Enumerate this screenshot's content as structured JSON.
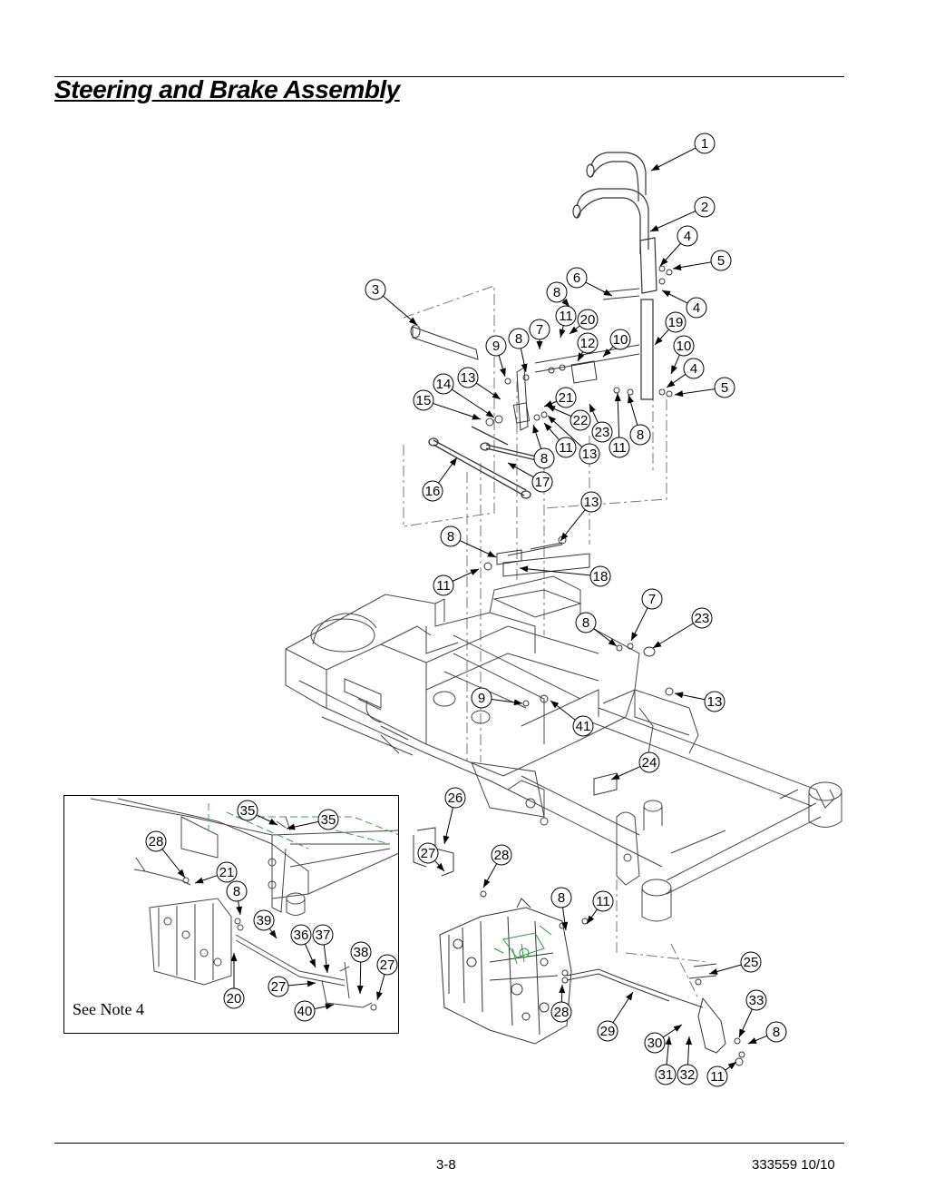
{
  "page": {
    "title": "Steering and Brake Assembly",
    "page_number": "3-8",
    "doc_code": "333559 10/10",
    "inset_note": "See Note 4"
  },
  "callouts": [
    {
      "label": "1"
    },
    {
      "label": "2"
    },
    {
      "label": "4"
    },
    {
      "label": "5"
    },
    {
      "label": "6"
    },
    {
      "label": "3"
    },
    {
      "label": "8"
    },
    {
      "label": "4"
    },
    {
      "label": "11"
    },
    {
      "label": "20"
    },
    {
      "label": "19"
    },
    {
      "label": "7"
    },
    {
      "label": "8"
    },
    {
      "label": "9"
    },
    {
      "label": "12"
    },
    {
      "label": "10"
    },
    {
      "label": "10"
    },
    {
      "label": "13"
    },
    {
      "label": "14"
    },
    {
      "label": "4"
    },
    {
      "label": "5"
    },
    {
      "label": "15"
    },
    {
      "label": "21"
    },
    {
      "label": "22"
    },
    {
      "label": "23"
    },
    {
      "label": "8"
    },
    {
      "label": "11"
    },
    {
      "label": "13"
    },
    {
      "label": "11"
    },
    {
      "label": "8"
    },
    {
      "label": "17"
    },
    {
      "label": "16"
    },
    {
      "label": "13"
    },
    {
      "label": "8"
    },
    {
      "label": "18"
    },
    {
      "label": "11"
    },
    {
      "label": "7"
    },
    {
      "label": "23"
    },
    {
      "label": "8"
    },
    {
      "label": "9"
    },
    {
      "label": "13"
    },
    {
      "label": "41"
    },
    {
      "label": "24"
    },
    {
      "label": "26"
    },
    {
      "label": "35"
    },
    {
      "label": "35"
    },
    {
      "label": "28"
    },
    {
      "label": "27"
    },
    {
      "label": "28"
    },
    {
      "label": "21"
    },
    {
      "label": "8"
    },
    {
      "label": "8"
    },
    {
      "label": "11"
    },
    {
      "label": "39"
    },
    {
      "label": "36"
    },
    {
      "label": "37"
    },
    {
      "label": "38"
    },
    {
      "label": "27"
    },
    {
      "label": "25"
    },
    {
      "label": "27"
    },
    {
      "label": "20"
    },
    {
      "label": "40"
    },
    {
      "label": "28"
    },
    {
      "label": "33"
    },
    {
      "label": "29"
    },
    {
      "label": "30"
    },
    {
      "label": "8"
    },
    {
      "label": "31"
    },
    {
      "label": "32"
    },
    {
      "label": "11"
    }
  ]
}
